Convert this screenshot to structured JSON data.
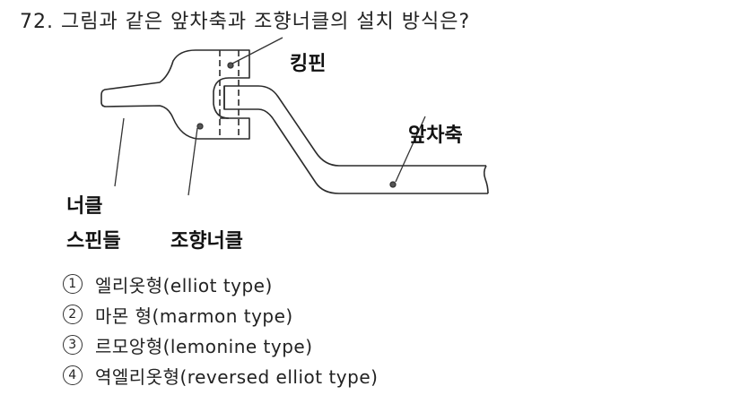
{
  "question": {
    "number": "72.",
    "text": "72. 그림과 같은 앞차축과 조향너클의 설치 방식은?"
  },
  "diagram": {
    "labels": {
      "king_pin": "킹핀",
      "front_axle": "앞차축",
      "knuckle_spindle_line1": "너클",
      "knuckle_spindle_line2": "스핀들",
      "steering_knuckle": "조향너클"
    }
  },
  "options": [
    {
      "num": "1",
      "text": "엘리옷형(elliot type)"
    },
    {
      "num": "2",
      "text": "마몬 형(marmon type)"
    },
    {
      "num": "3",
      "text": "르모앙형(lemonine type)"
    },
    {
      "num": "4",
      "text": "역엘리옷형(reversed elliot type)"
    }
  ]
}
